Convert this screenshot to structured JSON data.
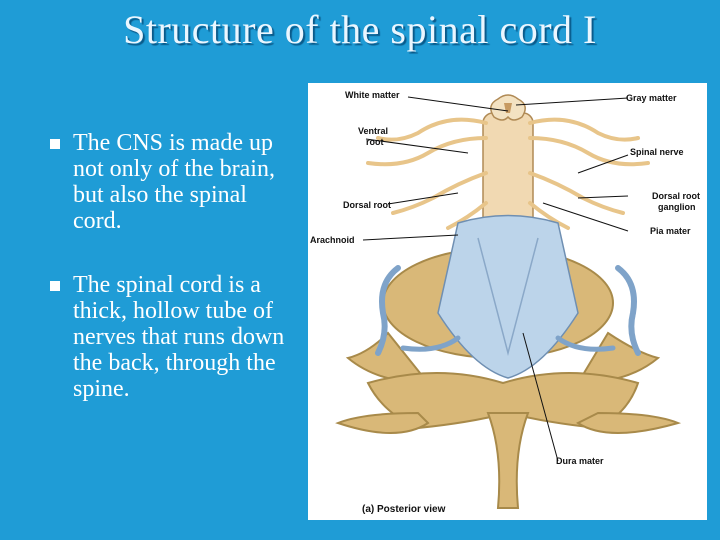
{
  "slide": {
    "title": "Structure of the spinal cord I",
    "bullets": [
      "The CNS is made up not only of the brain, but also the spinal cord.",
      "The spinal cord is a thick, hollow tube of nerves that runs down the back, through the spine."
    ]
  },
  "figure": {
    "labels": {
      "white_matter": "White matter",
      "gray_matter": "Gray matter",
      "ventral_root": [
        "Ventral",
        "root"
      ],
      "spinal_nerve": "Spinal nerve",
      "dorsal_root": "Dorsal root",
      "dorsal_root_ganglion": [
        "Dorsal root",
        "ganglion"
      ],
      "pia_mater": "Pia mater",
      "arachnoid": "Arachnoid",
      "dura_mater": "Dura mater"
    },
    "caption": "(a) Posterior view"
  },
  "colors": {
    "background": "#1f9cd6",
    "bone": "#d9b878",
    "bone_dark": "#a88a4a",
    "nerve": "#e8c58a",
    "meninges": "#bcd4ea"
  }
}
